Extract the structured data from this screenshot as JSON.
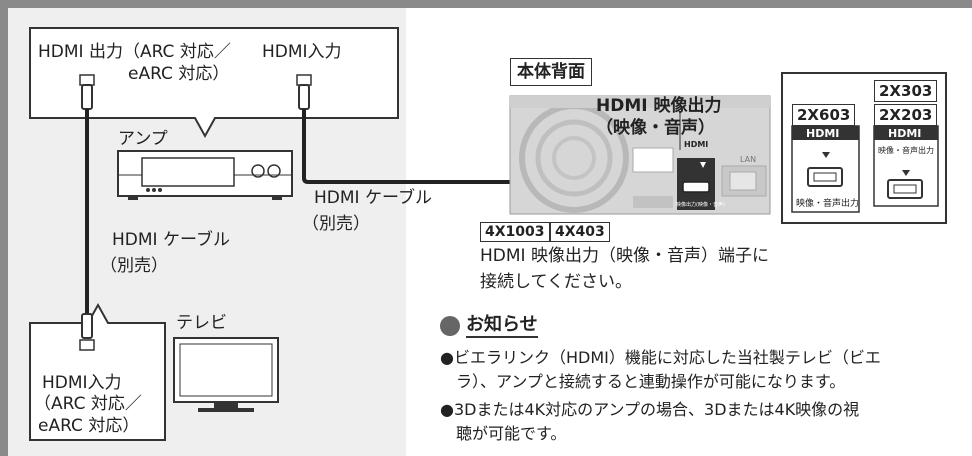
{
  "left": {
    "amp_out_label": "HDMI 出力（ARC 対応／",
    "amp_out_label2": "eARC 対応）",
    "amp_in_label": "HDMI入力",
    "amp_label": "アンプ",
    "cable_label": "HDMI ケーブル",
    "cable_note": "（別売）",
    "tv_label": "テレビ",
    "tv_in_label1": "HDMI入力",
    "tv_in_label2": "（ARC 対応／",
    "tv_in_label3": "eARC 対応）"
  },
  "middle": {
    "cable_label": "HDMI ケーブル",
    "cable_note": "（別売）"
  },
  "right": {
    "rear_title": "本体背面",
    "hdmi_out_1": "HDMI 映像出力",
    "hdmi_out_2": "（映像・音声）",
    "model_4x1003": "4X1003",
    "model_4x403": "4X403",
    "model_2x303": "2X303",
    "model_2x603": "2X603",
    "model_2x203": "2X203",
    "hdmi_logo": "HDMI",
    "lan_label": "LAN",
    "port_label_small": "映像出力(映像・音声)",
    "port_caption_603": "映像・音声出力",
    "port_caption_203": "映像・音声出力",
    "instruction_1": "HDMI 映像出力（映像・音声）端子に",
    "instruction_2": "接続してください。",
    "notice_title": "お知らせ",
    "bullet_1a": "●ビエラリンク（HDMI）機能に対応した当社製テレビ（ビエ",
    "bullet_1b": "ラ）、アンプと接続すると連動操作が可能になります。",
    "bullet_2a": "●3Dまたは4K対応のアンプの場合、3Dまたは4K映像の視",
    "bullet_2b": "聴が可能です。"
  },
  "colors": {
    "frame": "#8a8a8a",
    "panel": "#efefef",
    "device_gray": "#d4d4d4",
    "dark": "#333333"
  }
}
